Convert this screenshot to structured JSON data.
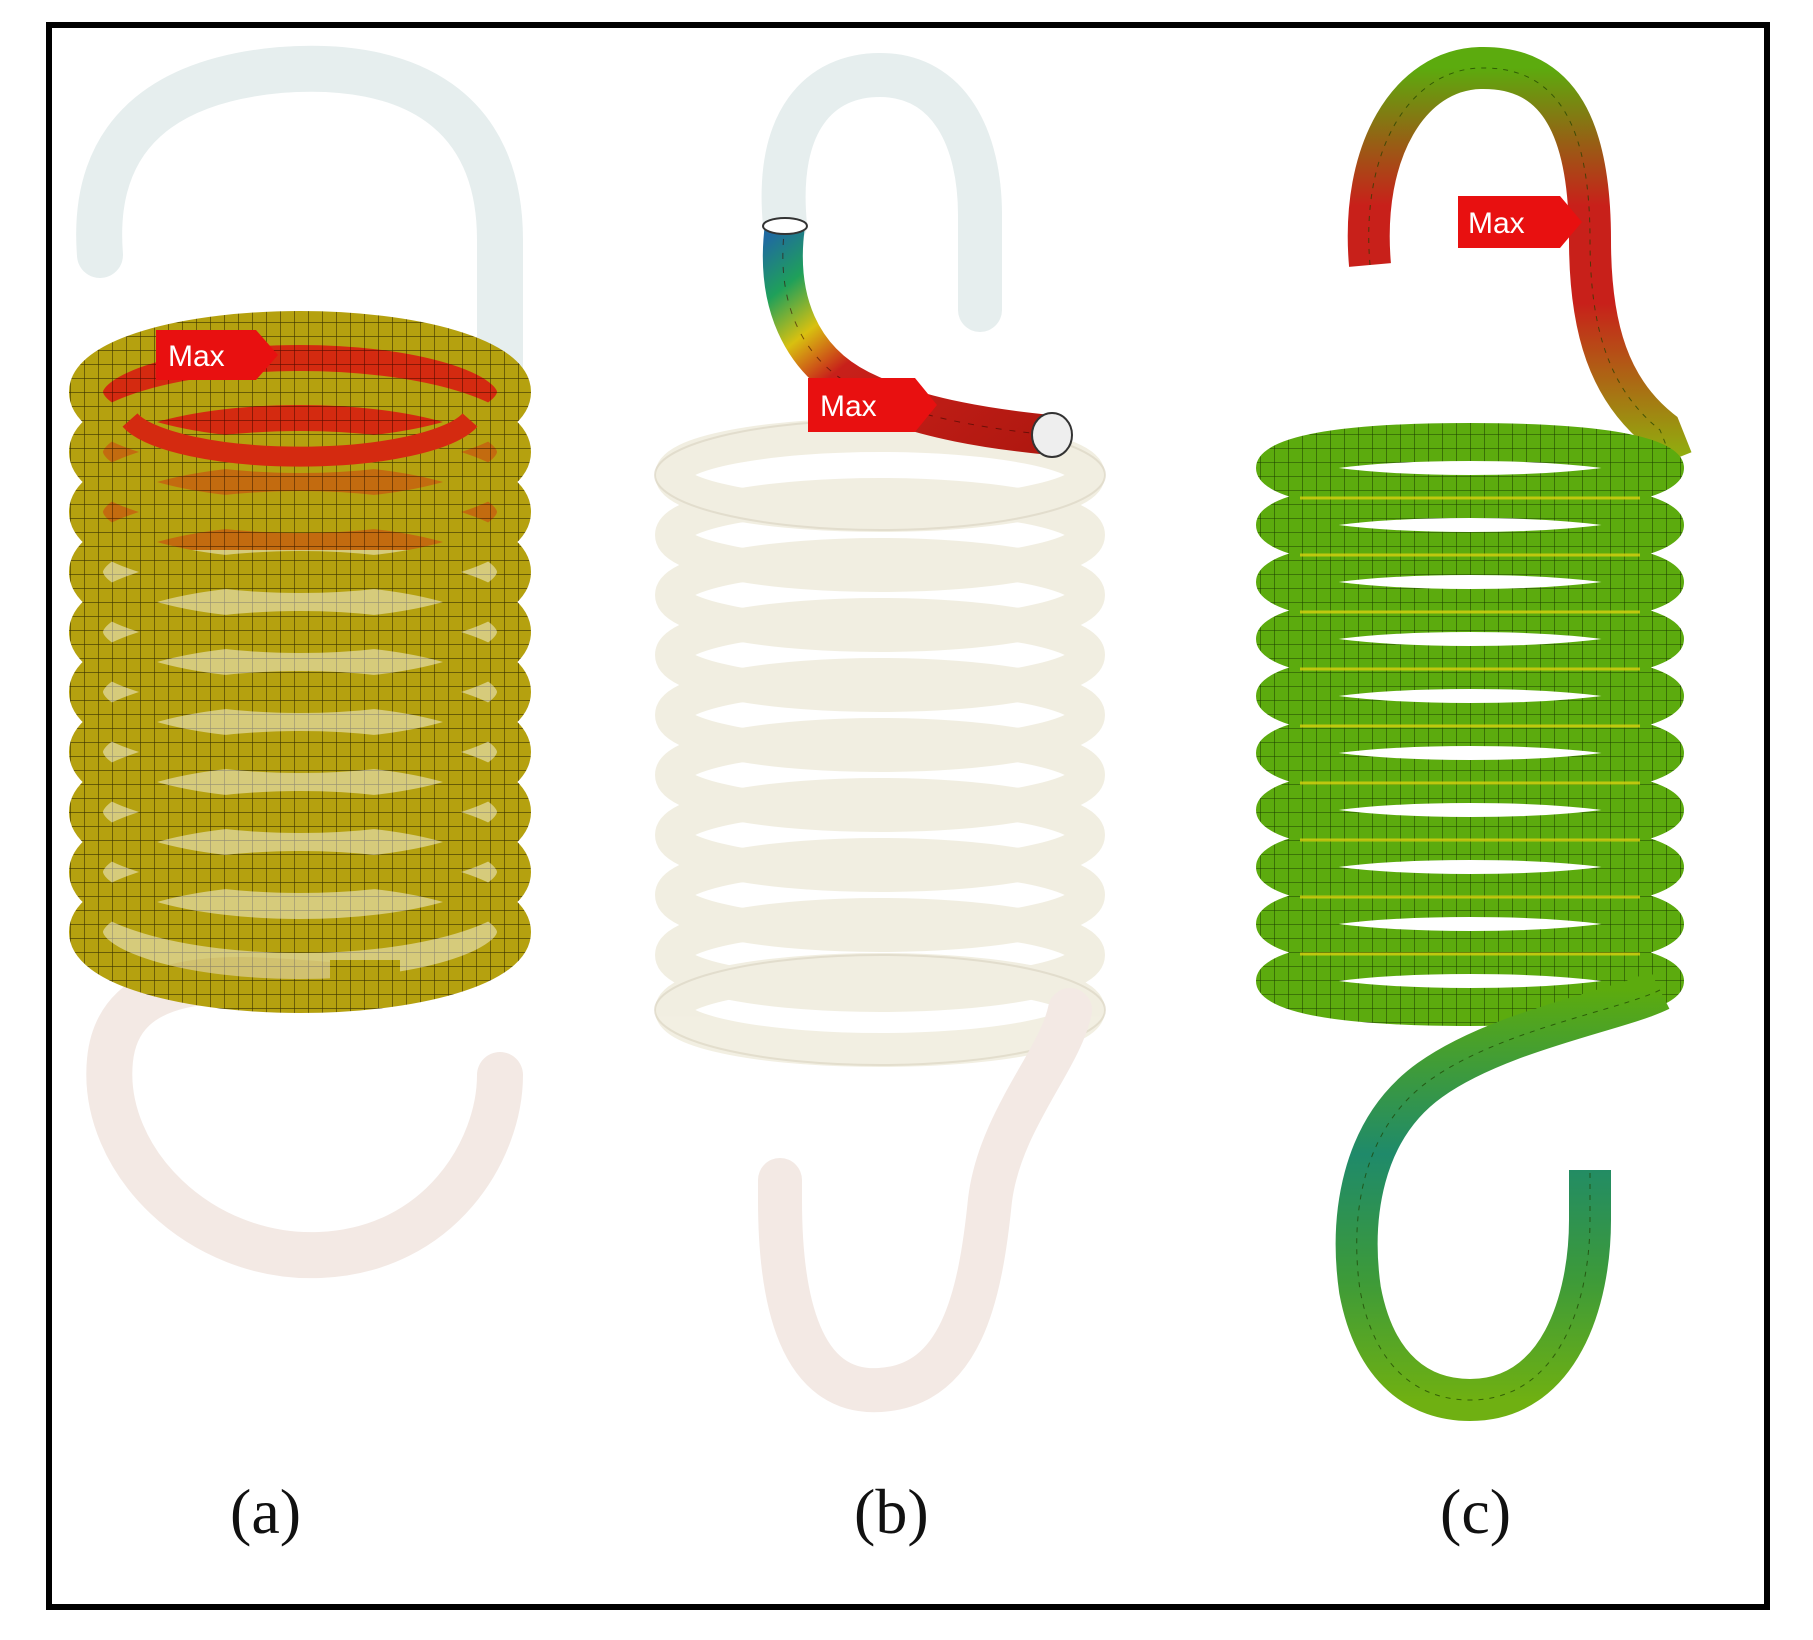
{
  "panels": [
    {
      "id": "a",
      "caption": "(a)",
      "marker": "Max"
    },
    {
      "id": "b",
      "caption": "(b)",
      "marker": "Max"
    },
    {
      "id": "c",
      "caption": "(c)",
      "marker": "Max"
    }
  ],
  "colors": {
    "frame": "#000000",
    "ghost_top": "#e6eeee",
    "ghost_bottom": "#f3e9e4",
    "ghost_coil_b": "#f1eee0",
    "coil_a": "#b8a312",
    "coil_a_inner": "#d42a10",
    "coil_c": "#5fae10",
    "max_red": "#e81010",
    "hook_c_red": "#c8201a",
    "hook_c_teal": "#1f8a6a"
  }
}
